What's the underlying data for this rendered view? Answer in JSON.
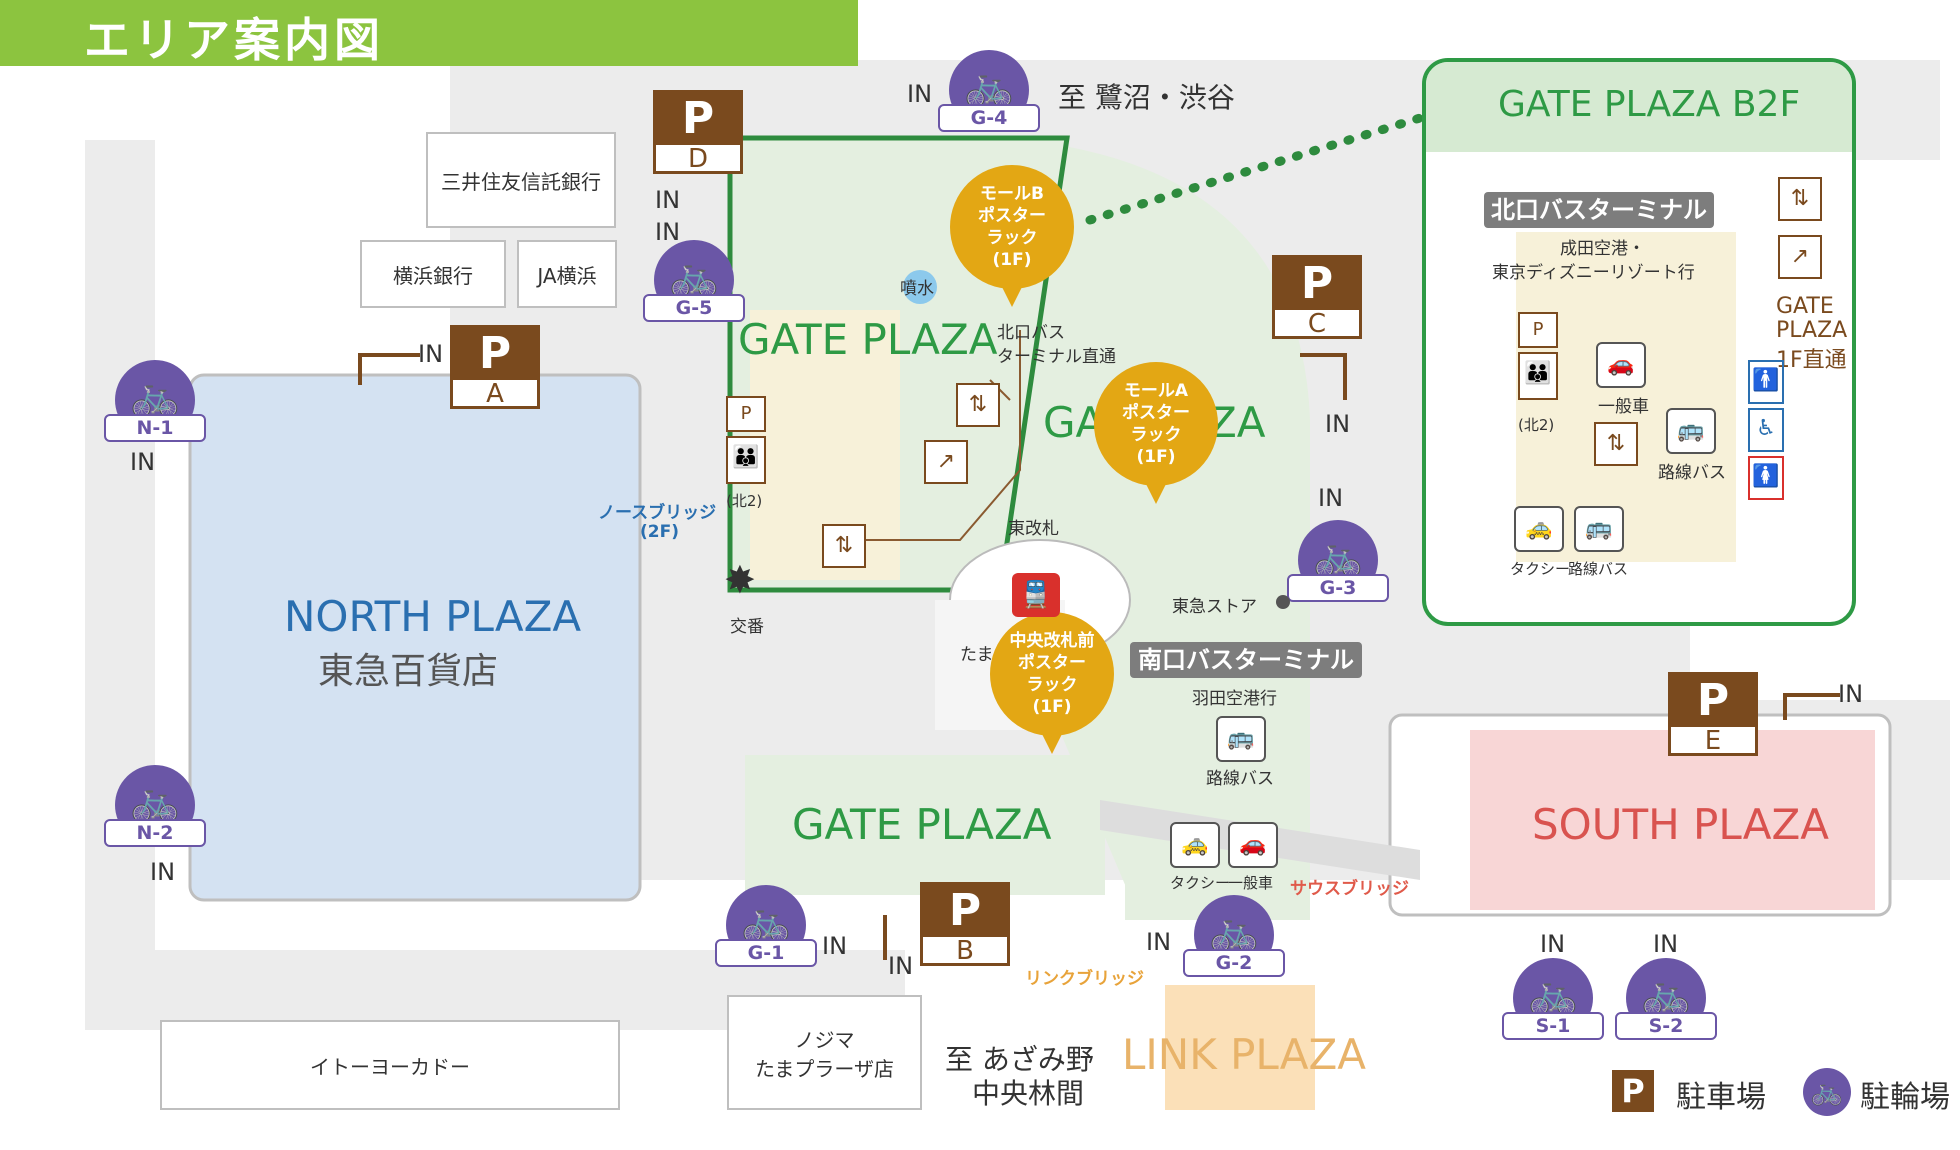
{
  "title": "エリア案内図",
  "colors": {
    "green": "#8cc43f",
    "parking": "#7a4a1e",
    "bike": "#6a56a6",
    "poster": "#e3a714",
    "gate": "#cfe6cf",
    "north": "#d4e2f2",
    "south": "#f8d6d6",
    "link": "#fbe0b8"
  },
  "directions": {
    "north": "至 鷺沼・渋谷",
    "south_line1": "至 あざみ野",
    "south_line2": "中央林間"
  },
  "buildings": {
    "mitsui": "三井住友信託銀行",
    "yokohama": "横浜銀行",
    "ja": "JA横浜",
    "itoyokado": "イトーヨーカドー",
    "nojima_1": "ノジマ",
    "nojima_2": "たまプラーザ店"
  },
  "plazas": {
    "north_1": "NORTH PLAZA",
    "north_2": "東急百貨店",
    "gate_top": "GATE PLAZA",
    "gate_right_left": "GA",
    "gate_right_right": "ZA",
    "gate_bottom": "GATE PLAZA",
    "south": "SOUTH PLAZA",
    "link": "LINK PLAZA"
  },
  "parking": {
    "symbol": "P",
    "a": "A",
    "b": "B",
    "c": "C",
    "d": "D",
    "e": "E"
  },
  "bike_icon": "bicycle-icon",
  "bikes": {
    "n1": "N-1",
    "n2": "N-2",
    "g1": "G-1",
    "g2": "G-2",
    "g3": "G-3",
    "g4": "G-4",
    "g5": "G-5",
    "s1": "S-1",
    "s2": "S-2"
  },
  "in": "IN",
  "poster_b": {
    "l1": "モールB",
    "l2": "ポスター",
    "l3": "ラック",
    "l4": "(1F)"
  },
  "poster_a": {
    "l1": "モールA",
    "l2": "ポスター",
    "l3": "ラック",
    "l4": "(1F)"
  },
  "poster_c": {
    "l1": "中央改札前",
    "l2": "ポスター",
    "l3": "ラック",
    "l4": "(1F)"
  },
  "labels": {
    "fountain": "噴水",
    "kitaguchi_bus_1": "北口バス",
    "kitaguchi_bus_2": "ターミナル直通",
    "north_bridge_1": "ノースブリッジ",
    "north_bridge_2": "(2F)",
    "koban": "交番",
    "east_gate": "東改札",
    "tokyu_store": "東急ストア",
    "tama": "たま",
    "minami_bus": "南口バスターミナル",
    "haneda": "羽田空港行",
    "route_bus": "路線バス",
    "taxi": "タクシー",
    "ippan": "一般車",
    "south_bridge": "サウスブリッジ",
    "link_bridge": "リンクブリッジ",
    "kita2": "(北2)"
  },
  "inset": {
    "title": "GATE PLAZA B2F",
    "terminal": "北口バスターミナル",
    "dest1": "成田空港・",
    "dest2": "東京ディズニーリゾート行",
    "direct1": "GATE",
    "direct2": "PLAZA",
    "direct3": "1F直通",
    "ippan": "一般車",
    "route": "路線バス",
    "taxi": "タクシー",
    "route2": "路線バス",
    "kita2": "(北2)"
  },
  "legend": {
    "parking": "駐車場",
    "bike": "駐輪場"
  }
}
